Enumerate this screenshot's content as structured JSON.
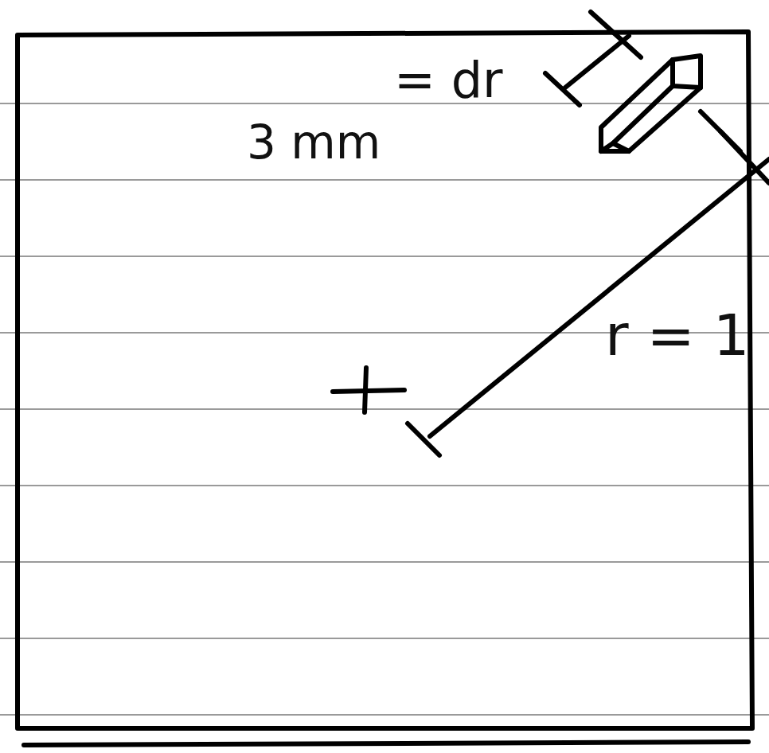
{
  "diagram": {
    "labels": [
      "3 mm",
      "= dr",
      "+",
      "r = 1"
    ]
  }
}
